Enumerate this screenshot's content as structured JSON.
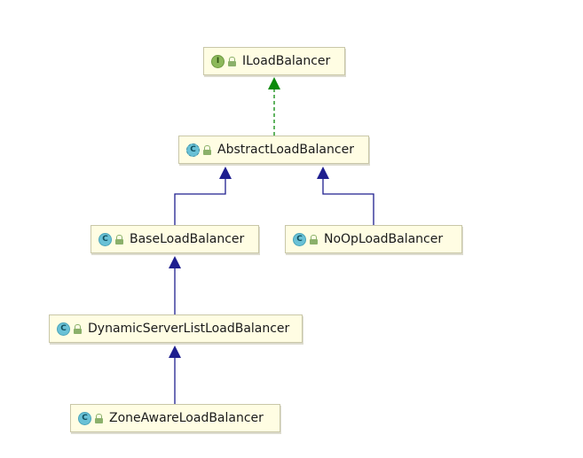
{
  "nodes": {
    "iload_balancer": {
      "badge": "I",
      "name": "ILoadBalancer"
    },
    "abstract_load_balancer": {
      "badge": "C",
      "name": "AbstractLoadBalancer"
    },
    "base_load_balancer": {
      "badge": "C",
      "name": "BaseLoadBalancer"
    },
    "noop_load_balancer": {
      "badge": "C",
      "name": "NoOpLoadBalancer"
    },
    "dynamic_server_list_load_balancer": {
      "badge": "C",
      "name": "DynamicServerListLoadBalancer"
    },
    "zone_aware_load_balancer": {
      "badge": "C",
      "name": "ZoneAwareLoadBalancer"
    }
  },
  "edges": [
    {
      "from": "abstract_load_balancer",
      "to": "iload_balancer",
      "kind": "implements"
    },
    {
      "from": "base_load_balancer",
      "to": "abstract_load_balancer",
      "kind": "extends"
    },
    {
      "from": "noop_load_balancer",
      "to": "abstract_load_balancer",
      "kind": "extends"
    },
    {
      "from": "dynamic_server_list_load_balancer",
      "to": "base_load_balancer",
      "kind": "extends"
    },
    {
      "from": "zone_aware_load_balancer",
      "to": "dynamic_server_list_load_balancer",
      "kind": "extends"
    }
  ],
  "colors": {
    "implements_line": "#0a8a0a",
    "extends_line": "#1f1f8f"
  }
}
